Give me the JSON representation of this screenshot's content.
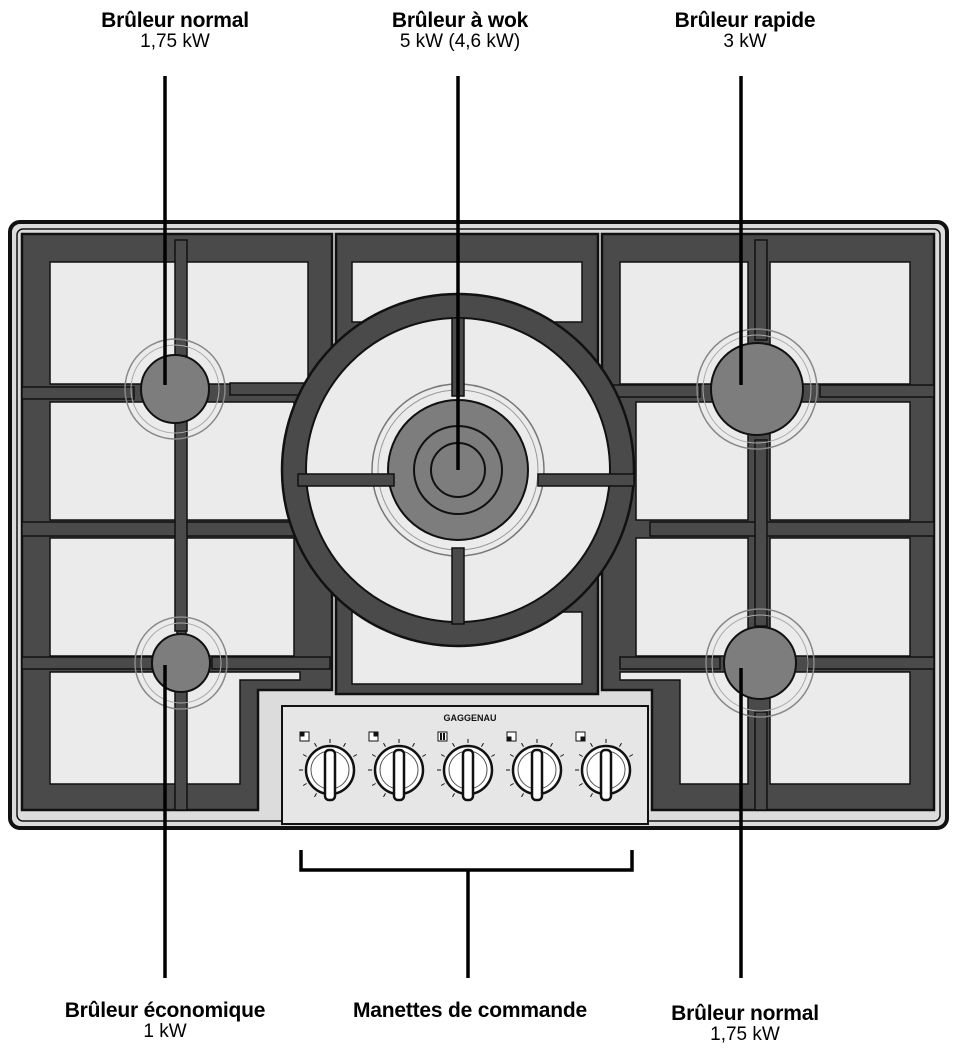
{
  "labels": {
    "top_left": {
      "title": "Brûleur normal",
      "power": "1,75 kW"
    },
    "top_center": {
      "title": "Brûleur à wok",
      "power": "5 kW (4,6 kW)"
    },
    "top_right": {
      "title": "Brûleur rapide",
      "power": "3 kW"
    },
    "bottom_left": {
      "title": "Brûleur économique",
      "power": "1 kW"
    },
    "bottom_center": {
      "title": "Manettes de commande",
      "power": ""
    },
    "bottom_right": {
      "title": "Brûleur normal",
      "power": "1,75 kW"
    }
  },
  "brand": "GAGGENAU",
  "colors": {
    "grate": "#4a4a4a",
    "grate_edge": "#1a1a1a",
    "surface": "#ebebeb",
    "burner": "#7d7d7d",
    "outline": "#111111"
  },
  "knobs": [
    {
      "icon": "burner-position-top-left-icon"
    },
    {
      "icon": "burner-position-bottom-left-icon"
    },
    {
      "icon": "burner-position-center-icon"
    },
    {
      "icon": "burner-position-bottom-right-icon"
    },
    {
      "icon": "burner-position-top-right-icon"
    }
  ]
}
